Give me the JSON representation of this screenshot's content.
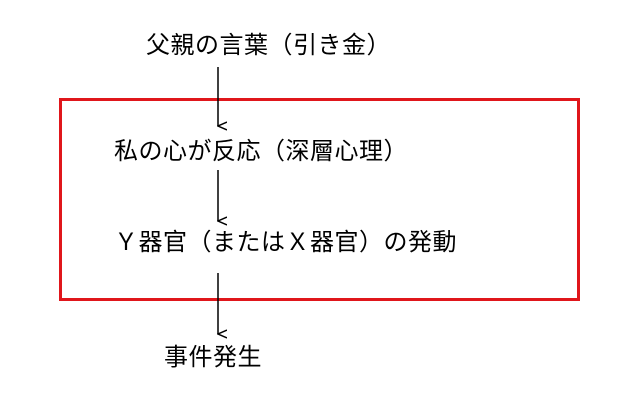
{
  "nodes": {
    "trigger": "父親の言葉（引き金）",
    "reaction": "私の心が反応（深層心理）",
    "organ": "Ｙ器官（またはＸ器官）の発動",
    "event": "事件発生"
  },
  "colors": {
    "frame": "#e0161b",
    "text": "#000000",
    "arrow": "#000000"
  }
}
